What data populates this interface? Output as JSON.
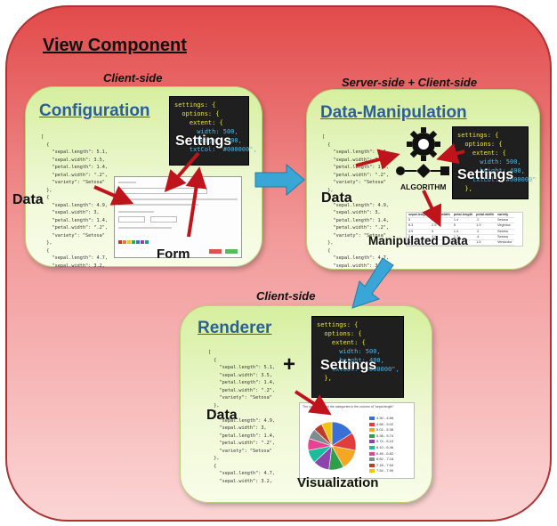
{
  "title": "View Component",
  "side_labels": {
    "config": "Client-side",
    "datamanip": "Server-side + Client-side",
    "renderer": "Client-side"
  },
  "configuration": {
    "title": "Configuration",
    "data_label": "Data",
    "settings_label": "Settings",
    "form_label": "Form",
    "code_lines": [
      "[",
      "  {",
      "    \"sepal.length\": 5.1,",
      "    \"sepal.width\": 3.5,",
      "    \"petal.length\": 1.4,",
      "    \"petal.width\": \".2\",",
      "    \"variety\": \"Setosa\"",
      "  },",
      "  {",
      "    \"sepal.length\": 4.9,",
      "    \"sepal.width\": 3,",
      "    \"petal.length\": 1.4,",
      "    \"petal.width\": \".2\",",
      "    \"variety\": \"Setosa\"",
      "  },",
      "  {",
      "    \"sepal.length\": 4.7,",
      "    \"sepal.width\": 3.2,"
    ],
    "settings_code": [
      "settings: {",
      "  options: {",
      "    extent: {",
      "      width: 500,",
      "      height: 400,",
      "    txtCol: \"#000000\","
    ]
  },
  "datamanip": {
    "title": "Data-Manipulation",
    "data_label": "Data",
    "settings_label": "Settings",
    "algorithm_label": "ALGORITHM",
    "manipulated_label": "Manipulated Data",
    "code_lines": [
      "[",
      "  {",
      "    \"sepal.length\": 5.1,",
      "    \"sepal.width\": 3.5,",
      "    \"petal.length\": 1.4,",
      "    \"petal.width\": \".2\",",
      "    \"variety\": \"Setosa\"",
      "  },",
      "  {",
      "    \"sepal.length\": 4.9,",
      "    \"sepal.width\": 3,",
      "    \"petal.length\": 1.4,",
      "    \"petal.width\": \".2\",",
      "    \"variety\": \"Setosa\"",
      "  },",
      "  {",
      "    \"sepal.length\": 4.7,",
      "    \"sepal.width\": 3.2,"
    ],
    "settings_code": [
      "settings: {",
      "  options: {",
      "    extent: {",
      "      width: 500,",
      "      height: 400,",
      "    txtCol: \"#000000\"",
      "  },"
    ],
    "table_header": [
      "sepal.length",
      "sepal.width",
      "petal.length",
      "petal.width",
      "variety"
    ],
    "table_rows": [
      [
        "5",
        "3.6",
        "1.4",
        ".2",
        "Setosa"
      ],
      [
        "6.3",
        "2.5",
        "5",
        "1.9",
        "Virginica"
      ],
      [
        "4.9",
        "3",
        "1.4",
        ".2",
        "Setosa"
      ],
      [
        "5.4",
        "3.9",
        "1.7",
        ".4",
        "Setosa"
      ],
      [
        "5.9",
        "3",
        "4.2",
        "1.5",
        "Versicolor"
      ]
    ]
  },
  "renderer": {
    "title": "Renderer",
    "data_label": "Data",
    "settings_label": "Settings",
    "plus": "+",
    "viz_label": "Visualization",
    "viz_title": "The contribution of the categories in the column of \"sepal.length\"",
    "code_lines": [
      "[",
      "  {",
      "    \"sepal.length\": 5.1,",
      "    \"sepal.width\": 3.5,",
      "    \"petal.length\": 1.4,",
      "    \"petal.width\": \".2\",",
      "    \"variety\": \"Setosa\"",
      "  },",
      "  {",
      "    \"sepal.length\": 4.9,",
      "    \"sepal.width\": 3,",
      "    \"petal.length\": 1.4,",
      "    \"petal.width\": \".2\",",
      "    \"variety\": \"Setosa\"",
      "  },",
      "  {",
      "    \"sepal.length\": 4.7,",
      "    \"sepal.width\": 3.2,"
    ],
    "settings_code": [
      "settings: {",
      "  options: {",
      "    extent: {",
      "      width: 500,",
      "      height: 400,",
      "    txtCol: \"#000000\",",
      "  },"
    ],
    "legend": [
      {
        "label": "4.30 - 4.66",
        "color": "#3a6fd8"
      },
      {
        "label": "4.66 - 5.02",
        "color": "#e23c3c"
      },
      {
        "label": "5.02 - 5.38",
        "color": "#f5a623"
      },
      {
        "label": "5.38 - 5.74",
        "color": "#2e9e4a"
      },
      {
        "label": "5.74 - 6.10",
        "color": "#8e44ad"
      },
      {
        "label": "6.10 - 6.46",
        "color": "#1abc9c"
      },
      {
        "label": "6.46 - 6.82",
        "color": "#e84393"
      },
      {
        "label": "6.82 - 7.18",
        "color": "#7f8c8d"
      },
      {
        "label": "7.18 - 7.54",
        "color": "#c0392b"
      },
      {
        "label": "7.54 - 7.90",
        "color": "#f1c40f"
      }
    ],
    "pie_values": [
      16,
      12,
      14,
      10,
      11,
      9,
      8,
      7,
      6,
      7
    ]
  },
  "colors": {
    "box_title": "#2c5f96",
    "arrow_red": "#c0141c",
    "arrow_blue": "#3aa6d6"
  }
}
